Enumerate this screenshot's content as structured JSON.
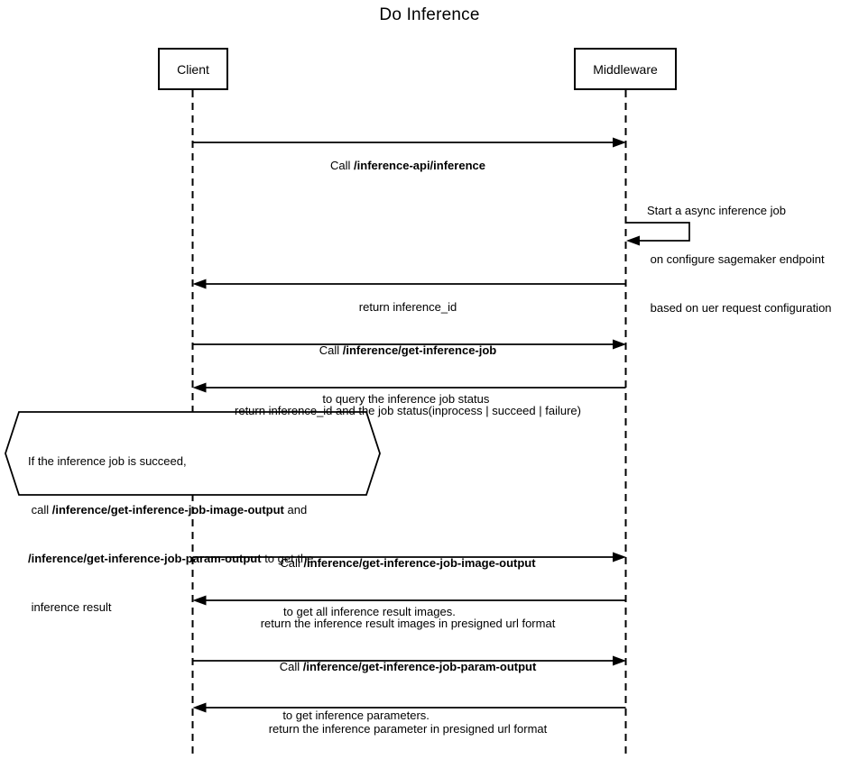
{
  "title": "Do Inference",
  "colors": {
    "stroke": "#000000",
    "fill": "#ffffff",
    "text": "#000000"
  },
  "actors": {
    "client": "Client",
    "middleware": "Middleware"
  },
  "messages": {
    "m1": {
      "prefix": "Call ",
      "bold": "/inference-api/inference"
    },
    "m2": {
      "line1": "Start a async inference job",
      "line2": " on configure sagemaker endpoint",
      "line3": " based on uer request configuration"
    },
    "m3": {
      "text": "return inference_id"
    },
    "m4": {
      "prefix": "Call ",
      "bold": "/inference/get-inference-job",
      "line2": " to query the inference job status"
    },
    "m5": {
      "text": "return inference_id and the job status(inprocess | succeed | failure)"
    },
    "m6": {
      "prefix": "Call ",
      "bold": "/inference/get-inference-job-image-output",
      "line2": " to get all inference result images."
    },
    "m7": {
      "text": "return the inference result images in presigned url format"
    },
    "m8": {
      "prefix": "Call ",
      "bold": "/inference/get-inference-job-param-output",
      "line2": " to get inference parameters."
    },
    "m9": {
      "text": "return the inference parameter in presigned url format"
    }
  },
  "note": {
    "line1": "If the inference job is succeed,",
    "line2_pre": " call ",
    "line2_bold": "/inference/get-inference-job-image-output",
    "line2_suf": " and",
    "line3_bold": "/inference/get-inference-job-param-output",
    "line3_suf": " to get the",
    "line4": " inference result"
  }
}
